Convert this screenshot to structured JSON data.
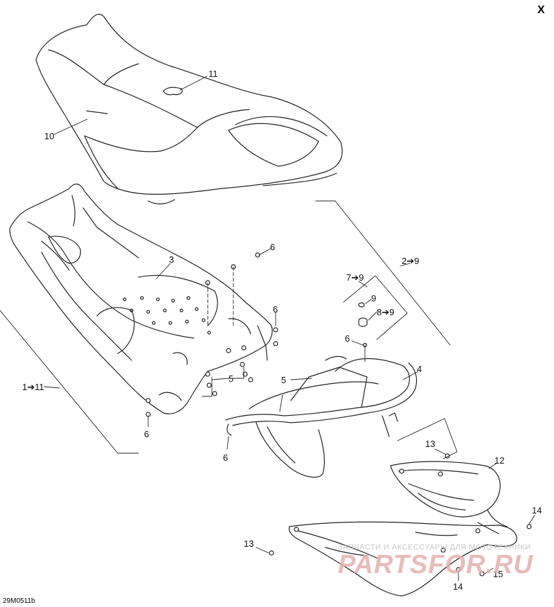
{
  "corner_mark": "X",
  "figure_code": "29M0511b",
  "watermark": {
    "line1": "ЗАПЧАСТИ И АКСЕССУАРЫ ДЛЯ МОТОТЕХНИКИ",
    "logo": "PARTSFOR.RU"
  },
  "callouts": {
    "c11_top": "11",
    "c10": "10",
    "c3": "3",
    "c6_a": "6",
    "c2_9": "2➔9",
    "c7_9": "7➔9",
    "c9": "9",
    "c8_9": "8➔9",
    "c6_b": "6",
    "c6_c": "6",
    "c4": "4",
    "c5_a": "5",
    "c5_b": "5",
    "c1_11": "1➔11",
    "c6_d": "6",
    "c6_e": "6",
    "c13_a": "13",
    "c12": "12",
    "c14_a": "14",
    "c13_b": "13",
    "c15": "15",
    "c14_b": "14"
  }
}
